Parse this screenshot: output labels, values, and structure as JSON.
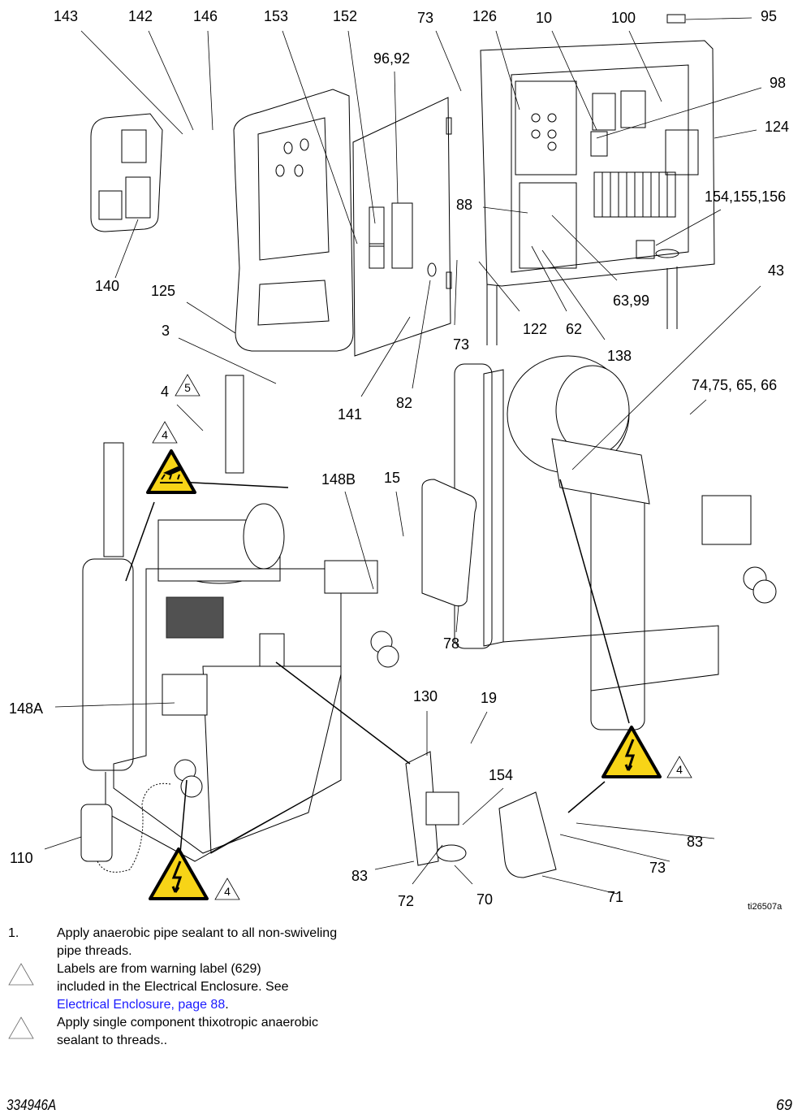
{
  "figure": {
    "reference_id": "ti26507a",
    "callouts": [
      {
        "id": "c143",
        "text": "143"
      },
      {
        "id": "c142",
        "text": "142"
      },
      {
        "id": "c146",
        "text": "146"
      },
      {
        "id": "c153",
        "text": "153"
      },
      {
        "id": "c152",
        "text": "152"
      },
      {
        "id": "c96-92",
        "text": "96,92"
      },
      {
        "id": "c73-top",
        "text": "73"
      },
      {
        "id": "c126",
        "text": "126"
      },
      {
        "id": "c10",
        "text": "10"
      },
      {
        "id": "c100",
        "text": "100"
      },
      {
        "id": "c95",
        "text": "95"
      },
      {
        "id": "c98",
        "text": "98"
      },
      {
        "id": "c124",
        "text": "124"
      },
      {
        "id": "c154-155-156",
        "text": "154,155,156"
      },
      {
        "id": "c88",
        "text": "88"
      },
      {
        "id": "c140",
        "text": "140"
      },
      {
        "id": "c125",
        "text": "125"
      },
      {
        "id": "c3",
        "text": "3"
      },
      {
        "id": "c63-99",
        "text": "63,99"
      },
      {
        "id": "c43",
        "text": "43"
      },
      {
        "id": "c73-mid",
        "text": "73"
      },
      {
        "id": "c122",
        "text": "122"
      },
      {
        "id": "c62",
        "text": "62"
      },
      {
        "id": "c138",
        "text": "138"
      },
      {
        "id": "c4",
        "text": "4"
      },
      {
        "id": "c141",
        "text": "141"
      },
      {
        "id": "c82",
        "text": "82"
      },
      {
        "id": "c74-75-65-66",
        "text": "74,75, 65, 66"
      },
      {
        "id": "c148B",
        "text": "148B"
      },
      {
        "id": "c15",
        "text": "15"
      },
      {
        "id": "c78",
        "text": "78"
      },
      {
        "id": "c148A",
        "text": "148A"
      },
      {
        "id": "c130",
        "text": "130"
      },
      {
        "id": "c19",
        "text": "19"
      },
      {
        "id": "c154",
        "text": "154"
      },
      {
        "id": "c110",
        "text": "110"
      },
      {
        "id": "c83-right",
        "text": "83"
      },
      {
        "id": "c73-bottom",
        "text": "73"
      },
      {
        "id": "c83-left",
        "text": "83"
      },
      {
        "id": "c72",
        "text": "72"
      },
      {
        "id": "c70",
        "text": "70"
      },
      {
        "id": "c71",
        "text": "71"
      }
    ],
    "triangle_refs": [
      {
        "id": "t5",
        "text": "5"
      },
      {
        "id": "t4-upper",
        "text": "4"
      },
      {
        "id": "t4-lower-left",
        "text": "4"
      },
      {
        "id": "t4-lower-right",
        "text": "4"
      }
    ],
    "warning_signs": [
      {
        "id": "hot-surface",
        "icon": "hot-surface-warning-icon",
        "color": "#f7d417"
      },
      {
        "id": "electric-shock-left",
        "icon": "electric-shock-warning-icon",
        "color": "#f7d417"
      },
      {
        "id": "electric-shock-right",
        "icon": "electric-shock-warning-icon",
        "color": "#f7d417"
      }
    ]
  },
  "notes": [
    {
      "marker": "1.",
      "lines": [
        "Apply anaerobic pipe sealant to all non-swiveling",
        "pipe threads."
      ]
    },
    {
      "marker": "triangle",
      "lines": [
        "Labels are from warning label (629)",
        "included in the Electrical Enclosure.  See"
      ],
      "link": "Electrical Enclosure, page 88",
      "link_suffix": "."
    },
    {
      "marker": "triangle",
      "lines": [
        "Apply single component thixotropic anaerobic",
        "sealant to threads.."
      ]
    }
  ],
  "footer": {
    "doc_number": "334946A",
    "page_number": "69"
  },
  "colors": {
    "link": "#1a1aff",
    "warning_yellow": "#f7d417"
  }
}
